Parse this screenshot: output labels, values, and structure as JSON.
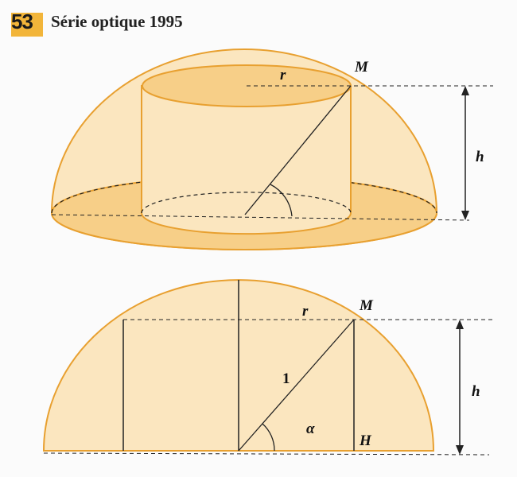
{
  "exercise": {
    "number": "53",
    "title": "Série optique 1995"
  },
  "top_figure": {
    "labels": {
      "r": "r",
      "M": "M",
      "h": "h"
    }
  },
  "bottom_figure": {
    "labels": {
      "r": "r",
      "M": "M",
      "one": "1",
      "alpha": "α",
      "H": "H",
      "h": "h"
    }
  },
  "colors": {
    "fill": "#fbe3b5",
    "fill_dark": "#f6c77a",
    "stroke": "#e8a030",
    "badge": "#f2b53a"
  }
}
